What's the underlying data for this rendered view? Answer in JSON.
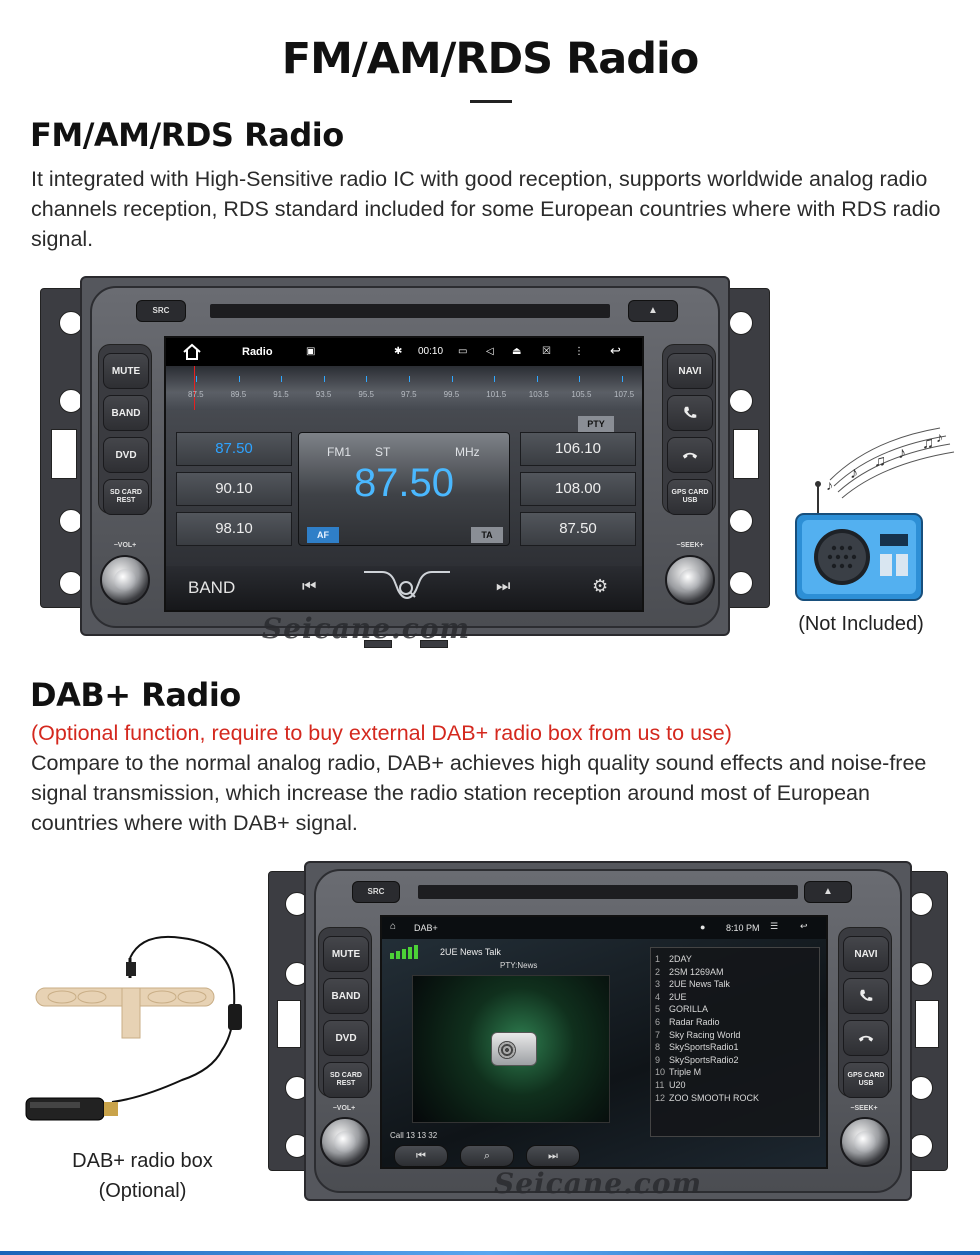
{
  "page": {
    "title": "FM/AM/RDS Radio"
  },
  "fm_section": {
    "heading": "FM/AM/RDS Radio",
    "description": "It integrated with High-Sensitive radio IC with good reception, supports worldwide analog radio channels reception, RDS standard included for some European countries where with RDS radio signal."
  },
  "unit1": {
    "buttons": {
      "src": "SRC",
      "eject": "▲",
      "mute": "MUTE",
      "band": "BAND",
      "dvd": "DVD",
      "sd_card_reset": "SD CARD REST",
      "navi": "NAVI",
      "gps_card_usb": "GPS CARD USB",
      "vol": "−VOL+",
      "seek": "−SEEK+"
    },
    "watermark": "Seicane.com",
    "screen": {
      "app_title": "Radio",
      "clock": "00:10",
      "scale_labels": [
        "87.5",
        "89.5",
        "91.5",
        "93.5",
        "95.5",
        "97.5",
        "99.5",
        "101.5",
        "103.5",
        "105.5",
        "107.5"
      ],
      "pty": "PTY",
      "presets_left": [
        "87.50",
        "90.10",
        "98.10"
      ],
      "presets_right": [
        "106.10",
        "108.00",
        "87.50"
      ],
      "band_label": "FM1",
      "stereo_label": "ST",
      "unit_label": "MHz",
      "current_frequency": "87.50",
      "af": "AF",
      "ta": "TA",
      "bottom_band": "BAND"
    }
  },
  "external_radio": {
    "caption": "(Not Included)"
  },
  "dab_section": {
    "heading": "DAB+ Radio",
    "optional_note": "(Optional function, require to buy external DAB+ radio box from us to use)",
    "description": "Compare to the normal analog radio, DAB+ achieves high quality sound effects and noise-free signal transmission, which increase the radio station reception around most of European countries where with DAB+ signal."
  },
  "unit2": {
    "buttons": {
      "src": "SRC",
      "eject": "▲",
      "mute": "MUTE",
      "band": "BAND",
      "dvd": "DVD",
      "sd_card_reset": "SD CARD REST",
      "navi": "NAVI",
      "gps_card_usb": "GPS CARD USB",
      "vol": "−VOL+",
      "seek": "−SEEK+"
    },
    "watermark": "Seicane.com",
    "screen": {
      "app_title": "DAB+",
      "clock": "8:10 PM",
      "station_name": "2UE News Talk",
      "pty": "PTY:News",
      "call_info": "Call 13 13 32",
      "stations": [
        {
          "num": "1",
          "name": "2DAY"
        },
        {
          "num": "2",
          "name": "2SM 1269AM"
        },
        {
          "num": "3",
          "name": "2UE News Talk"
        },
        {
          "num": "4",
          "name": "2UE"
        },
        {
          "num": "5",
          "name": "GORILLA"
        },
        {
          "num": "6",
          "name": "Radar Radio"
        },
        {
          "num": "7",
          "name": "Sky Racing World"
        },
        {
          "num": "8",
          "name": "SkySportsRadio1"
        },
        {
          "num": "9",
          "name": "SkySportsRadio2"
        },
        {
          "num": "10",
          "name": "Triple M"
        },
        {
          "num": "11",
          "name": "U20"
        },
        {
          "num": "12",
          "name": "ZOO SMOOTH ROCK"
        }
      ]
    }
  },
  "dab_box": {
    "caption_line1": "DAB+ radio box",
    "caption_line2": "(Optional)"
  }
}
